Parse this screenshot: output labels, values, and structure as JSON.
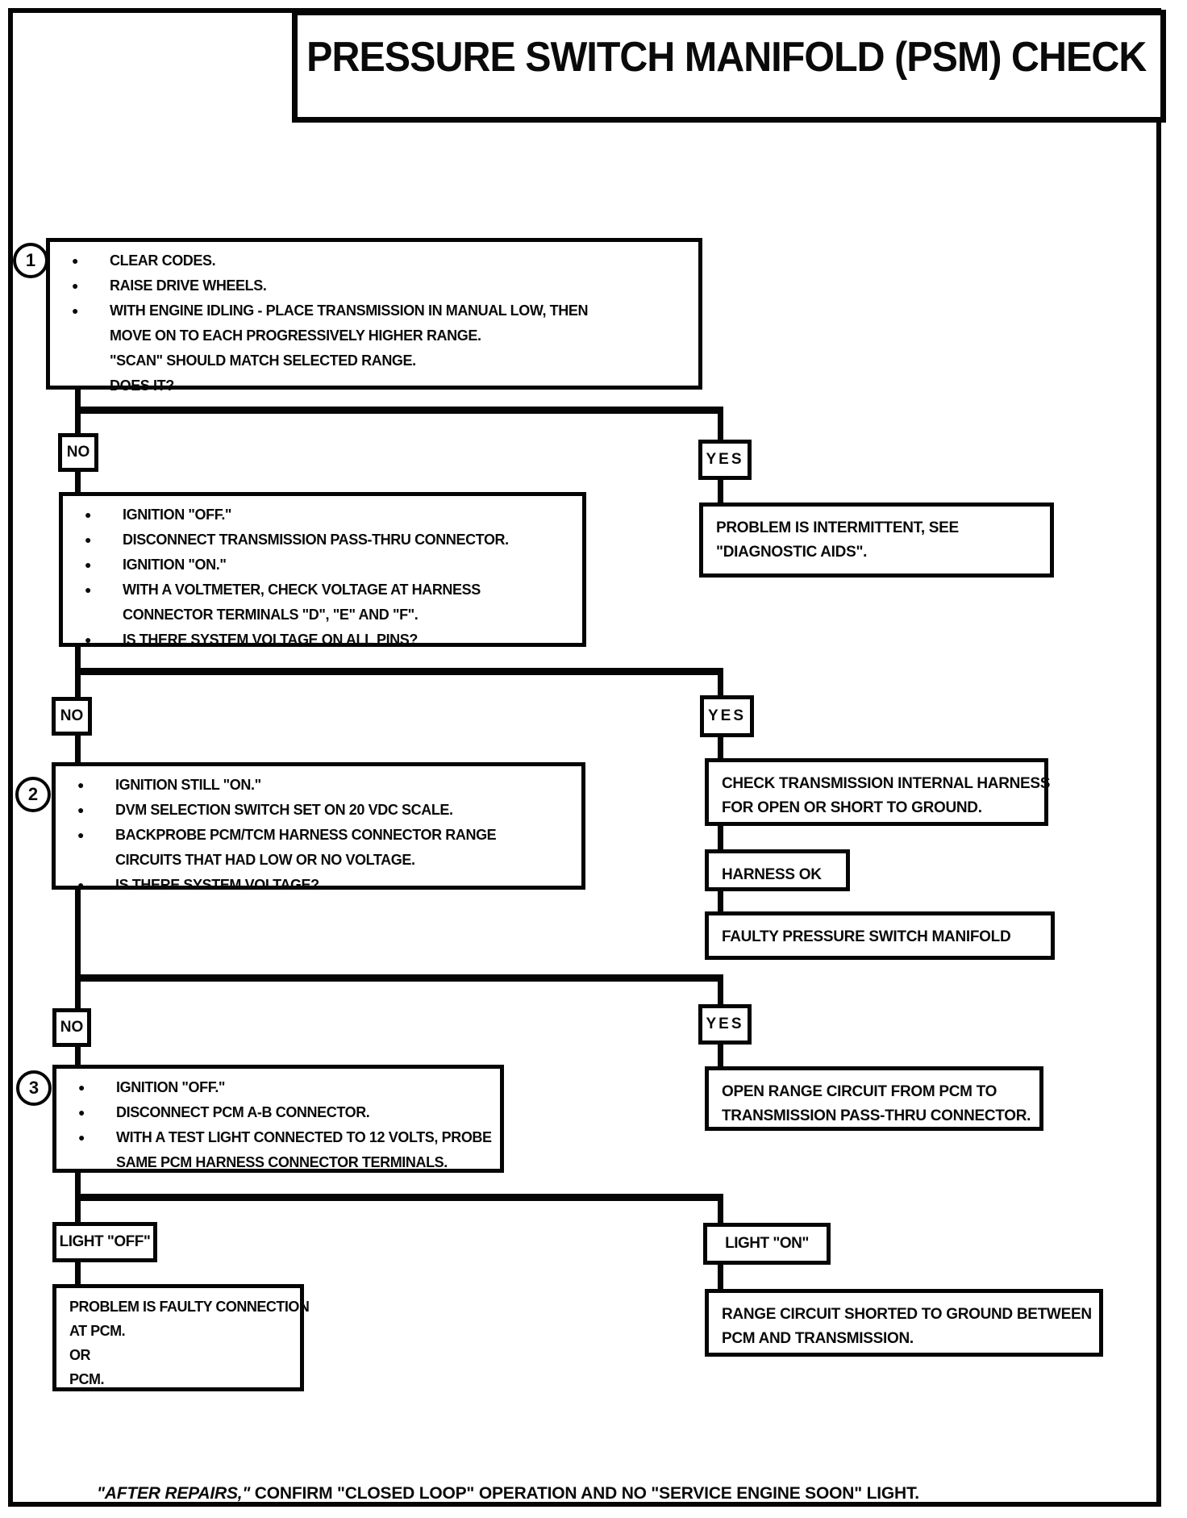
{
  "title": "PRESSURE SWITCH MANIFOLD (PSM) CHECK",
  "glyphs": {
    "bullet": "●"
  },
  "steps": {
    "one": "1",
    "two": "2",
    "three": "3"
  },
  "nodes": {
    "step1": {
      "lines": [
        "CLEAR CODES.",
        "RAISE DRIVE WHEELS.",
        "WITH ENGINE IDLING - PLACE TRANSMISSION IN MANUAL LOW, THEN",
        "MOVE ON TO EACH PROGRESSIVELY HIGHER RANGE.",
        "\"SCAN\" SHOULD MATCH SELECTED RANGE.",
        "DOES IT?"
      ]
    },
    "no1": "NO",
    "yes1": "YES",
    "intermittent": {
      "lines": [
        "PROBLEM IS INTERMITTENT, SEE",
        "\"DIAGNOSTIC AIDS\"."
      ]
    },
    "no_actions1": {
      "lines": [
        "IGNITION \"OFF.\"",
        "DISCONNECT TRANSMISSION PASS-THRU CONNECTOR.",
        "IGNITION \"ON.\"",
        "WITH A VOLTMETER, CHECK VOLTAGE AT HARNESS",
        "CONNECTOR TERMINALS \"D\", \"E\" AND \"F\".",
        "IS THERE SYSTEM VOLTAGE ON ALL PINS?"
      ]
    },
    "no2": "NO",
    "yes2": "YES",
    "check_harness": {
      "lines": [
        "CHECK TRANSMISSION INTERNAL HARNESS",
        "FOR OPEN OR SHORT TO GROUND."
      ]
    },
    "harness_ok": "HARNESS OK",
    "faulty_psm": "FAULTY PRESSURE SWITCH MANIFOLD",
    "step2": {
      "lines": [
        "IGNITION STILL \"ON.\"",
        "DVM SELECTION SWITCH SET ON 20 VDC SCALE.",
        "BACKPROBE PCM/TCM HARNESS CONNECTOR RANGE",
        "CIRCUITS THAT HAD LOW OR NO VOLTAGE.",
        "IS THERE SYSTEM VOLTAGE?"
      ]
    },
    "no3": "NO",
    "yes3": "YES",
    "open_range": {
      "lines": [
        "OPEN RANGE CIRCUIT FROM PCM TO",
        "TRANSMISSION PASS-THRU CONNECTOR."
      ]
    },
    "step3": {
      "lines": [
        "IGNITION \"OFF.\"",
        "DISCONNECT PCM A-B CONNECTOR.",
        "WITH A TEST LIGHT CONNECTED TO 12 VOLTS, PROBE",
        "SAME PCM HARNESS CONNECTOR TERMINALS."
      ]
    },
    "light_off": "LIGHT \"OFF\"",
    "light_on": "LIGHT \"ON\"",
    "problem_pcm": {
      "lines": [
        "PROBLEM IS FAULTY CONNECTION",
        "AT PCM.",
        "OR",
        "PCM."
      ]
    },
    "range_shorted": {
      "lines": [
        "RANGE CIRCUIT SHORTED TO GROUND BETWEEN",
        "PCM AND TRANSMISSION."
      ]
    }
  },
  "footer": {
    "italic": "\"AFTER REPAIRS,\"",
    "text": " CONFIRM \"CLOSED LOOP\" OPERATION AND NO \"SERVICE ENGINE SOON\" LIGHT."
  }
}
